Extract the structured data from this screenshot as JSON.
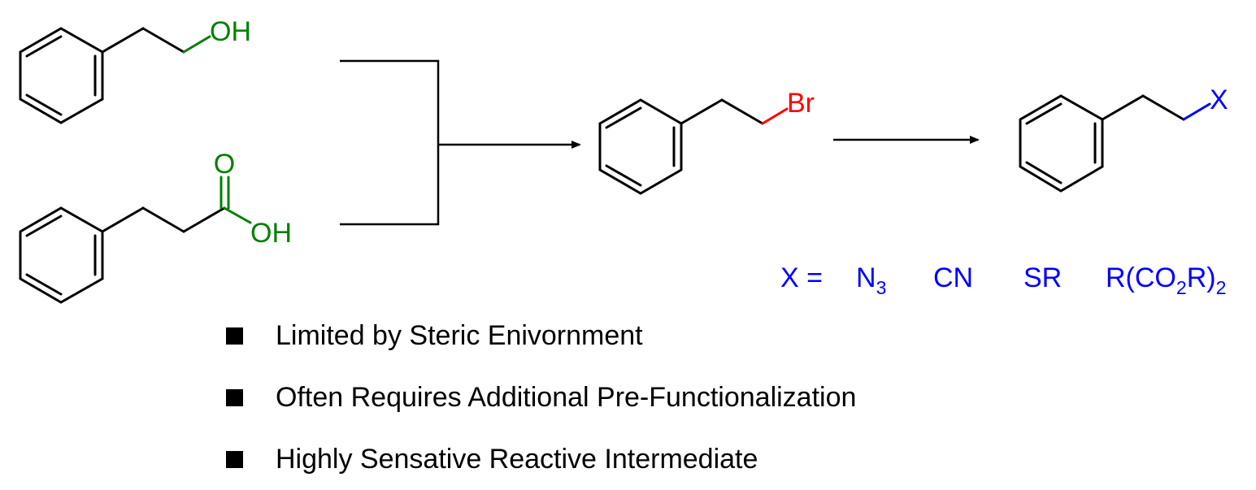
{
  "colors": {
    "black": "#000000",
    "green": "#008000",
    "red": "#ff0000",
    "blue": "#0000ff"
  },
  "reactant_alcohol": {
    "group": "OH"
  },
  "reactant_acid": {
    "carbonyl_o": "O",
    "hydroxyl": "OH"
  },
  "intermediate": {
    "group": "Br"
  },
  "product": {
    "group": "X"
  },
  "x_definition": {
    "prefix": "X =",
    "options": [
      {
        "main": "N",
        "sub": "3"
      },
      {
        "main": "CN"
      },
      {
        "main": "SR"
      },
      {
        "parts": [
          "R(CO",
          "2",
          "R)",
          "2"
        ]
      }
    ]
  },
  "bullets": [
    "Limited by Steric Enivornment",
    "Often Requires Additional Pre-Functionalization",
    "Highly Sensative Reactive Intermediate"
  ]
}
